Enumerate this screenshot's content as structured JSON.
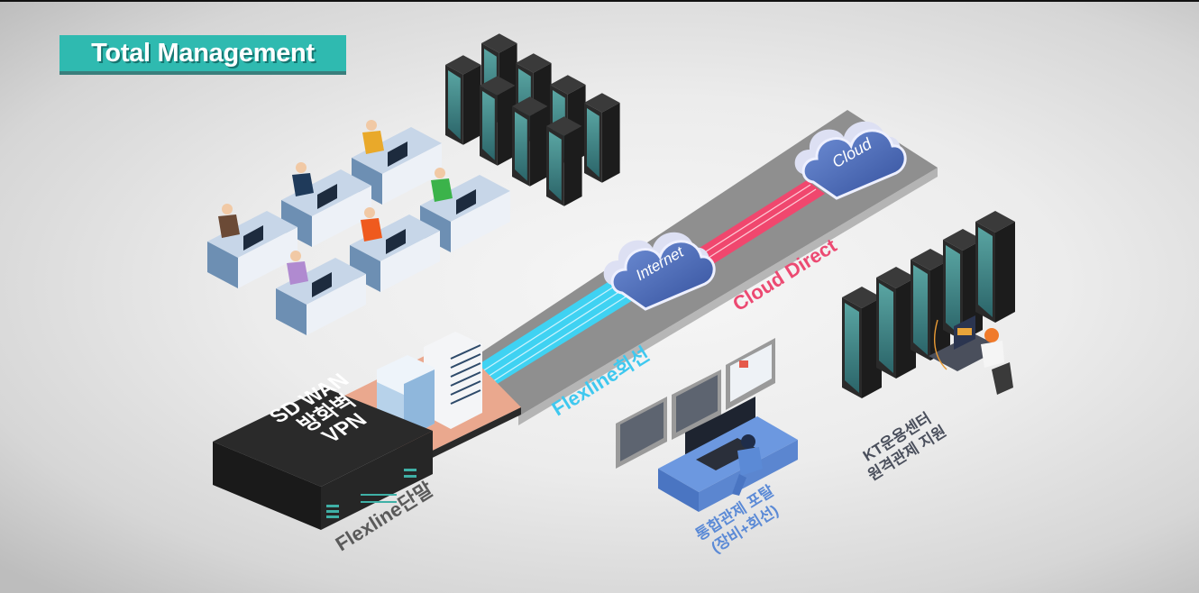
{
  "header": {
    "title": "Total Management"
  },
  "colors": {
    "badge": "#2fbab0",
    "badge_shadow": "#3a7e7c",
    "flexline_line": "#3fd2f2",
    "cloud_direct_line": "#f0476e",
    "cloud_fill": "#3f5fae",
    "cloud_side": "#d9dcf0",
    "road": "#8c8c8c",
    "device_box": "#1e1e1e",
    "portal_desk": "#5b8ad6"
  },
  "nodes": {
    "internet_cloud": {
      "label": "Internet"
    },
    "cloud": {
      "label": "Cloud"
    },
    "device": {
      "lines": [
        "SD WAN",
        "방화벽",
        "VPN"
      ]
    }
  },
  "labels": {
    "flexline_device": "Flexline단말",
    "flexline_line": "Flexline회선",
    "cloud_direct": "Cloud Direct",
    "portal": [
      "통합관제 포탈",
      "(장비+회선)"
    ],
    "kt_center": [
      "KT운용센터",
      "원격관제 지원"
    ]
  },
  "office": {
    "workers": [
      {
        "shirt": "#e9a92a"
      },
      {
        "shirt": "#1f3a5a"
      },
      {
        "shirt": "#3bb34a"
      },
      {
        "shirt": "#6b4a36"
      },
      {
        "shirt": "#ef5a1e"
      },
      {
        "shirt": "#b08ad0"
      }
    ]
  },
  "server_racks_count": 8,
  "kt_racks_count": 5
}
